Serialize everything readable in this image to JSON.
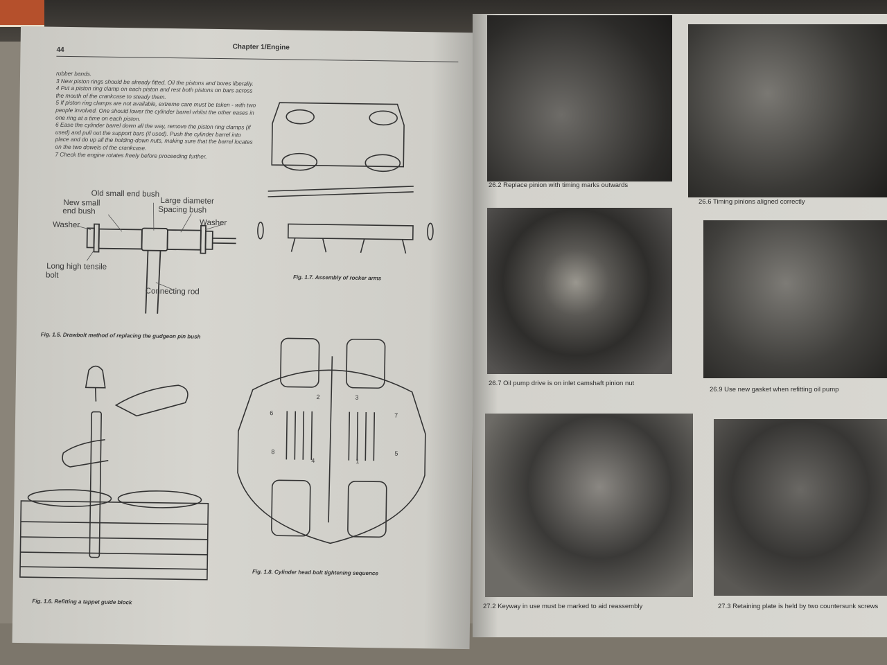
{
  "page": {
    "number": "44",
    "running_head": "Chapter 1/Engine"
  },
  "body_text": [
    "rubber bands.",
    "3  New piston rings should be already fitted. Oil the pistons and bores liberally.",
    "4  Put a piston ring clamp on each piston and rest both pistons on bars across the mouth of the crankcase to steady them.",
    "5  If piston ring clamps are not available, extreme care must be taken - with two people involved. One should lower the cylinder barrel whilst the other eases in one ring at a time on each piston.",
    "6  Ease the cylinder barrel down all the way, remove the piston ring clamps (if used) and pull out the support bars (if used). Push the cylinder barrel into place and do up all the holding-down nuts, making sure that the barrel locates on the two dowels of the crankcase.",
    "7  Check the engine rotates freely before proceeding further."
  ],
  "figures": {
    "fig_1_5": {
      "caption": "Fig. 1.5. Drawbolt method of replacing the gudgeon pin bush",
      "labels": {
        "old_bush": "Old small end bush",
        "new_bush_1": "New small",
        "new_bush_2": "end bush",
        "large_dia": "Large diameter",
        "spacing": "Spacing bush",
        "washer_left": "Washer",
        "washer_right": "Washer",
        "bolt_1": "Long high tensile",
        "bolt_2": "bolt",
        "rod": "Connecting rod"
      }
    },
    "fig_1_6": {
      "caption": "Fig. 1.6. Refitting a tappet guide block"
    },
    "fig_1_7": {
      "caption": "Fig. 1.7. Assembly of rocker arms"
    },
    "fig_1_8": {
      "caption": "Fig. 1.8. Cylinder head bolt tightening sequence",
      "bolt_numbers": [
        "1",
        "2",
        "3",
        "4",
        "5",
        "6",
        "7",
        "8"
      ]
    }
  },
  "photos": [
    {
      "caption": "26.2 Replace pinion with timing marks outwards"
    },
    {
      "caption": "26.6 Timing pinions aligned correctly"
    },
    {
      "caption": "26.7 Oil pump drive is on inlet camshaft pinion nut"
    },
    {
      "caption": "26.9 Use new gasket when refitting oil pump"
    },
    {
      "caption": "27.2 Keyway in use must be marked to aid reassembly"
    },
    {
      "caption": "27.3 Retaining plate is held by two countersunk screws"
    }
  ]
}
